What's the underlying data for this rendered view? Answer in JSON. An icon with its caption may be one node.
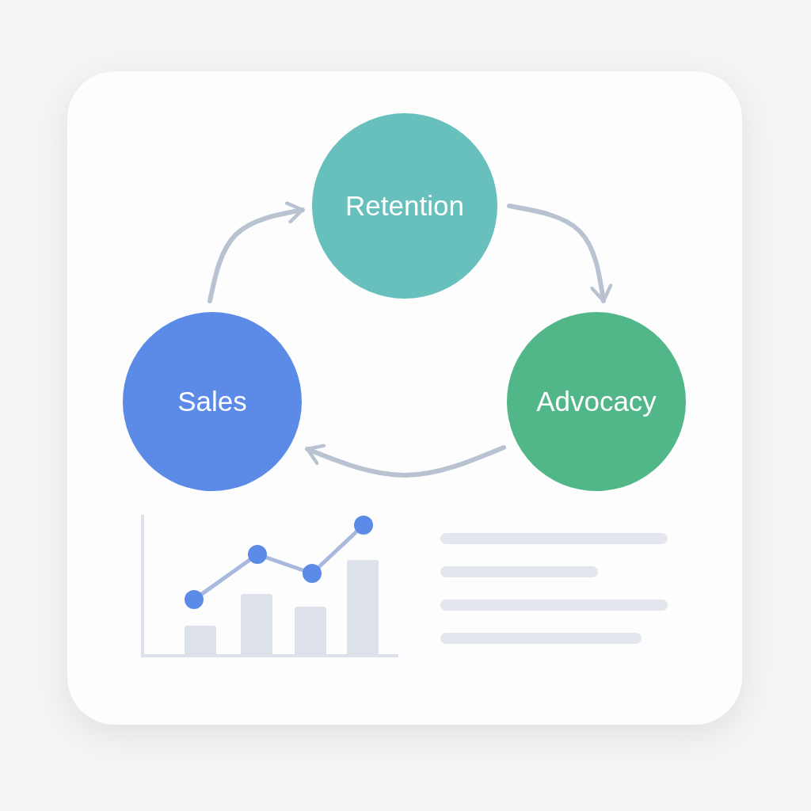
{
  "diagram": {
    "nodes": [
      {
        "text": [
          "Retention"
        ]
      },
      {
        "text": [
          "Advocacy"
        ]
      },
      {
        "text": [
          "Sales"
        ]
      }
    ],
    "edges": [
      {
        "from": 2,
        "to": 0,
        "arrow": "to"
      },
      {
        "from": 0,
        "to": 1,
        "arrow": "to"
      },
      {
        "from": 1,
        "to": 2,
        "arrow": "to"
      }
    ]
  }
}
